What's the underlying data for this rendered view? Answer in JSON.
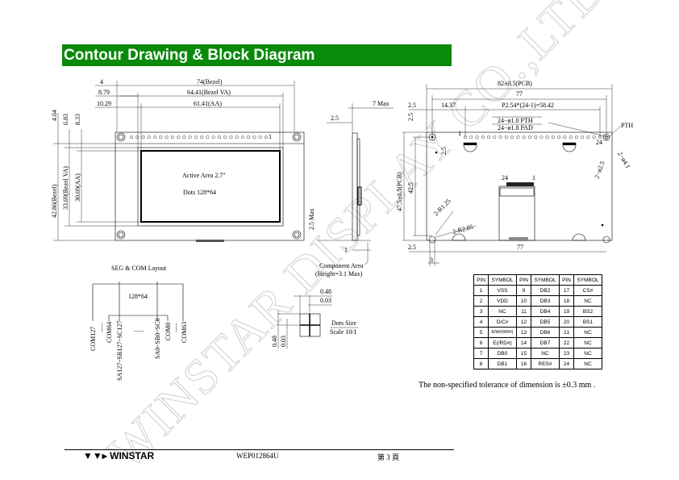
{
  "title": "Contour Drawing & Block Diagram",
  "front_view": {
    "dims_top": [
      "4",
      "74(Bezel)",
      "8.79",
      "64.41(Bezel VA)",
      "10.29",
      "61.41(AA)"
    ],
    "dims_left": [
      "4.64",
      "6.83",
      "8.33",
      "42.86(Bezel)",
      "33.69(Bezel VA)",
      "30.69(AA)"
    ],
    "active_area": "Active Area 2.7\"",
    "dots": "Dots 128*64",
    "pin1": "1"
  },
  "side_view": {
    "max7": "7 Max",
    "d25": "2.5",
    "max25": "2.5 Max",
    "d1": "1",
    "component_area": "Component Area",
    "component_height": "(Height=3.1 Max)"
  },
  "rear_view": {
    "pcb_width": "82±0.5(PCB)",
    "w77": "77",
    "d25a": "2.5",
    "d1437": "14.37",
    "pitch": "P2.54*(24-1)=58.42",
    "pth": "24−ø1.0  PTH",
    "pad": "24−ø1.8  PAD",
    "pth_label": "PTH",
    "hole25": "2−ø2.5",
    "hole41": "2−ø4.1",
    "pcb_height": "47.5±0.5(PCB)",
    "h425": "42.5",
    "v25a": "2.5",
    "v25b": "2.5",
    "r125": "2-R1.25",
    "r205": "2-R2.05",
    "b25": "2.5",
    "b77": "77",
    "b3": "3",
    "fpc24": "24",
    "fpc1": "1",
    "pin1": "1",
    "pin24": "24"
  },
  "seg_com": {
    "title": "SEG & COM  Layout",
    "matrix": "128*64",
    "labels": [
      "COM127",
      "COM64",
      "SA127~SB127~SC127",
      "......",
      "SA0~SB0~SC0",
      "COM0",
      "COM63"
    ],
    "dots_a": "......",
    "dots_b": "......"
  },
  "dot_size": {
    "w048": "0.48",
    "w003": "0.03",
    "h048": "0.48",
    "h003": "0.03",
    "label": "Dots Size",
    "scale": "Scale 10/1"
  },
  "pin_table": {
    "headers": [
      "PIN",
      "SYMBOL",
      "PIN",
      "SYMBOL",
      "PIN",
      "SYMBOL"
    ],
    "rows": [
      [
        "1",
        "VSS",
        "9",
        "DB2",
        "17",
        "CS#"
      ],
      [
        "2",
        "VDD",
        "10",
        "DB3",
        "18",
        "NC"
      ],
      [
        "3",
        "NC",
        "11",
        "DB4",
        "19",
        "BS2"
      ],
      [
        "4",
        "D/C#",
        "12",
        "DB5",
        "20",
        "BS1"
      ],
      [
        "5",
        "R/W#(WR#)",
        "13",
        "DB6",
        "21",
        "NC"
      ],
      [
        "6",
        "E(/RD#)",
        "14",
        "DB7",
        "22",
        "NC"
      ],
      [
        "7",
        "DB0",
        "15",
        "NC",
        "23",
        "NC"
      ],
      [
        "8",
        "DB1",
        "16",
        "RES#",
        "24",
        "NC"
      ]
    ]
  },
  "tolerance": "The non-specified tolerance of dimension is ±0.3 mm .",
  "watermark": "WINSTAR DISPLAY CO.,LTD",
  "footer": {
    "logo": "WINSTAR",
    "doc_id": "WEP012864U",
    "page": "第 3 頁"
  },
  "colors": {
    "title_bg": "#0a8a0a"
  }
}
